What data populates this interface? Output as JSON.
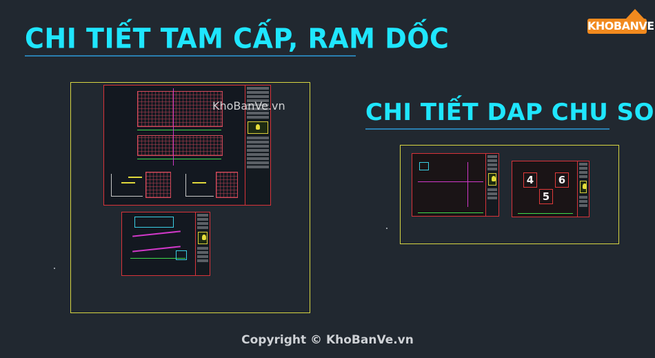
{
  "titles": {
    "left": "CHI TIẾT TAM CẤP, RAM DỐC",
    "right": "CHI TIẾT DAP CHU SO"
  },
  "watermark": "KhoBanVe.vn",
  "copyright": "Copyright © KhoBanVe.vn",
  "logo": {
    "text": "KHOBANVE"
  },
  "digits": {
    "d4": "4",
    "d5": "5",
    "d6": "6"
  },
  "colors": {
    "background": "#212830",
    "title": "#1fe6ff",
    "frame": "#d8d642",
    "sheet_border": "#d9333a",
    "logo": "#f28a1e"
  }
}
